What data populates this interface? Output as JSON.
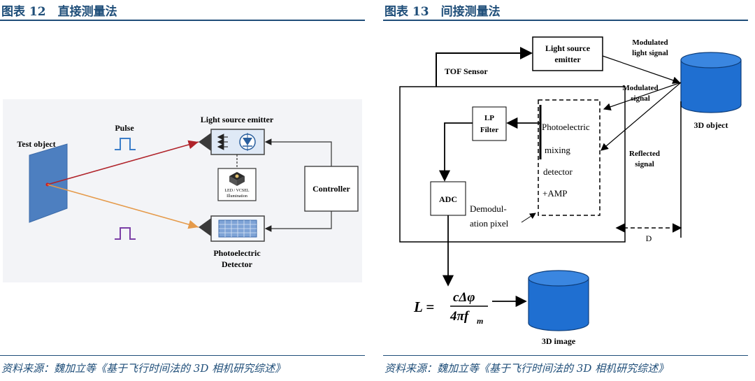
{
  "left": {
    "title": "图表 12　直接测量法",
    "source": "资料来源：魏加立等《基于飞行时间法的 3D 相机研究综述》",
    "diagram": {
      "test_object": "Test object",
      "pulse": "Pulse",
      "light_source_emitter": "Light source emitter",
      "led_label_1": "LED / VCSEL",
      "led_label_2": "Illumination",
      "controller": "Controller",
      "detector_line1": "Photoelectric",
      "detector_line2": "Detector"
    }
  },
  "right": {
    "title": "图表 13　间接测量法",
    "source": "资料来源：魏加立等《基于飞行时间法的 3D 相机研究综述》",
    "diagram": {
      "light_source_line1": "Light source",
      "light_source_line2": "emitter",
      "modulated_light_line1": "Modulated",
      "modulated_light_line2": "light signal",
      "tof_sensor": "TOF Sensor",
      "modulated_signal_line1": "Modulated",
      "modulated_signal_line2": "signal",
      "object_3d": "3D object",
      "lp_line1": "LP",
      "lp_line2": "Filter",
      "mixer_line1": "Photoelectric",
      "mixer_line2": "mixing",
      "mixer_line3": "detector",
      "mixer_line4": "+AMP",
      "reflected_line1": "Reflected",
      "reflected_line2": "signal",
      "adc": "ADC",
      "demod_line1": "Demodul-",
      "demod_line2": "ation pixel",
      "distance_d": "D",
      "formula_lhs": "L =",
      "formula_num": "cΔφ",
      "formula_den": "4πf",
      "formula_sub": "m",
      "image_3d": "3D image"
    }
  }
}
